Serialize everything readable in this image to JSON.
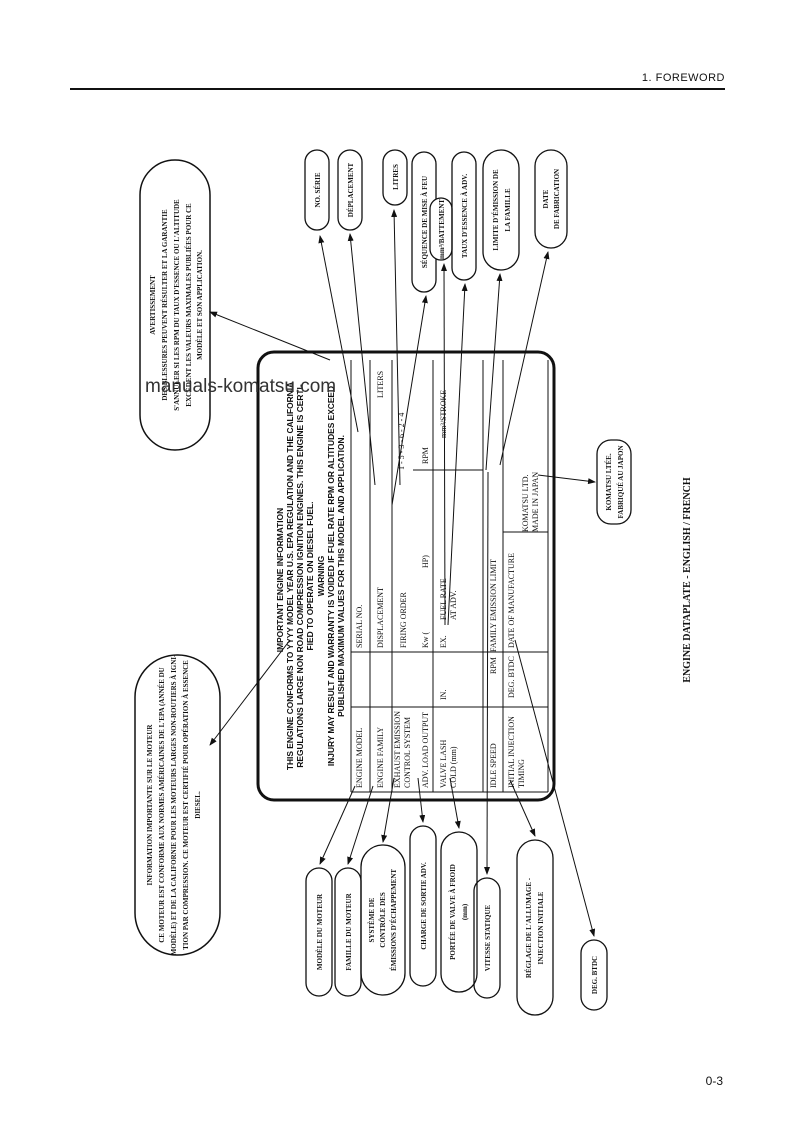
{
  "header": {
    "section": "1.   FOREWORD"
  },
  "page": {
    "number": "0-3"
  },
  "watermark": "manuals-komatsu.com",
  "caption": "ENGINE DATAPLATE - ENGLISH / FRENCH",
  "plate": {
    "title": "IMPORTANT ENGINE INFORMATION",
    "conformance": [
      "THIS ENGINE CONFORMS TO YYYY MODEL YEAR U.S. EPA REGULATION AND THE CALIFORNIA",
      "REGULATIONS LARGE NON ROAD COMPRESSION IGNITION ENGINES. THIS ENGINE IS CERTI-",
      "FIED TO OPERATE ON DIESEL FUEL."
    ],
    "warning_title": "WARNING",
    "warning": [
      "INJURY MAY RESULT AND WARRANTY IS VOIDED IF FUEL RATE RPM OR ALTITUDES EXCEED",
      "PUBLISHED MAXIMUM VALUES FOR THIS MODEL AND APPLICATION."
    ],
    "fields": {
      "engine_model": "ENGINE MODEL",
      "serial_no": "SERIAL NO.",
      "engine_family": "ENGINE FAMILY",
      "displacement": "DISPLACEMENT",
      "liters": "LITERS",
      "emission_1": "EXHAUST EMISSION",
      "emission_2": "CONTROL SYSTEM",
      "firing_order": "FIRING ORDER",
      "firing_value": "1 - 5 - 3 - 6 - 2 - 4",
      "adv_load": "ADV. LOAD OUTPUT",
      "kw": "Kw    (",
      "hp": "HP)",
      "rpm": "RPM",
      "valve_1": "VALVE LASH",
      "valve_2": "COLD (mm)",
      "in": "IN.",
      "ex": "EX.",
      "fuel_rate_1": "FUEL RATE",
      "fuel_rate_2": "AT ADV.",
      "stroke": "mm³/STROKE",
      "idle_speed": "IDLE SPEED",
      "idle_rpm": "RPM",
      "family_limit": "FAMILY EMISSION LIMIT",
      "injection_1": "INITIAL INJECTION",
      "injection_2": "TIMING",
      "deg_btdc": "DEG. BTDC",
      "date_manufacture": "DATE OF MANUFACTURE",
      "maker_1": "KOMATSU LTD.",
      "maker_2": "MADE IN JAPAN"
    }
  },
  "french": {
    "info_1": "INFORMATION IMPORTANTE SUR LE MOTEUR",
    "info_2": "CE MOTEUR EST CONFORME AUX NORMES AMÉRICAINES DE L'EPA (ANNÉE DU",
    "info_3": "MODÈLE) ET DE LA CALIFORNIE POUR LES MOTEURS LARGES NON-ROUTIERS À IGNI-",
    "info_4": "TION PAR COMPRESSION.  CE MOTEUR EST CERTIFIÉ POUR OPÉRATION À ESSENCE",
    "info_5": "DIESEL.",
    "warn_1": "AVERTISSEMENT",
    "warn_2": "DES BLESSURES PEUVENT RÉSULTER ET LA GARANTIE",
    "warn_3": "S'ANNULER SI LES RPM DU TAUX D'ESSENCE OU L'ALTITUDE",
    "warn_4": "EXCÈDENT LES VALEURS MAXIMALES PUBLIÉES POUR CE",
    "warn_5": "MODÈLE ET SON APPLICATION.",
    "no_serie": "NO. SÉRIE",
    "deplacement": "DÉPLACEMENT",
    "litres": "LITRES",
    "sequence": "SÉQUENCE DE MISE À FEU",
    "battement": "mm³/BATTEMENT",
    "taux": "TAUX D'ESSENCE  À ADV.",
    "limite_1": "LIMITE D'ÉMISSION DE",
    "limite_2": "LA FAMILLE",
    "date_1": "DATE",
    "date_2": "DE FABRICATION",
    "komatsu_1": "KOMATSU LTÉE.",
    "komatsu_2": "FABRIQUÉ AU JAPON",
    "modele": "MODÈLE DU MOTEUR",
    "famille": "FAMILLE DU MOTEUR",
    "systeme_1": "SYSTÈME DE",
    "systeme_2": "CONTRÔLE DES",
    "systeme_3": "ÉMISSIONS D'ÉCHAPPEMENT",
    "charge": "CHARGE DE SORTIE ADV.",
    "portee_1": "PORTÉE DE VALVE À FROID",
    "portee_2": "(mm)",
    "vitesse": "VITESSE STATIQUE",
    "reglage_1": "RÉGLAGE DE L'ALLUMAGE -",
    "reglage_2": "INJECTION INITIALE",
    "deg_btdc": "DEG. BTDC"
  }
}
